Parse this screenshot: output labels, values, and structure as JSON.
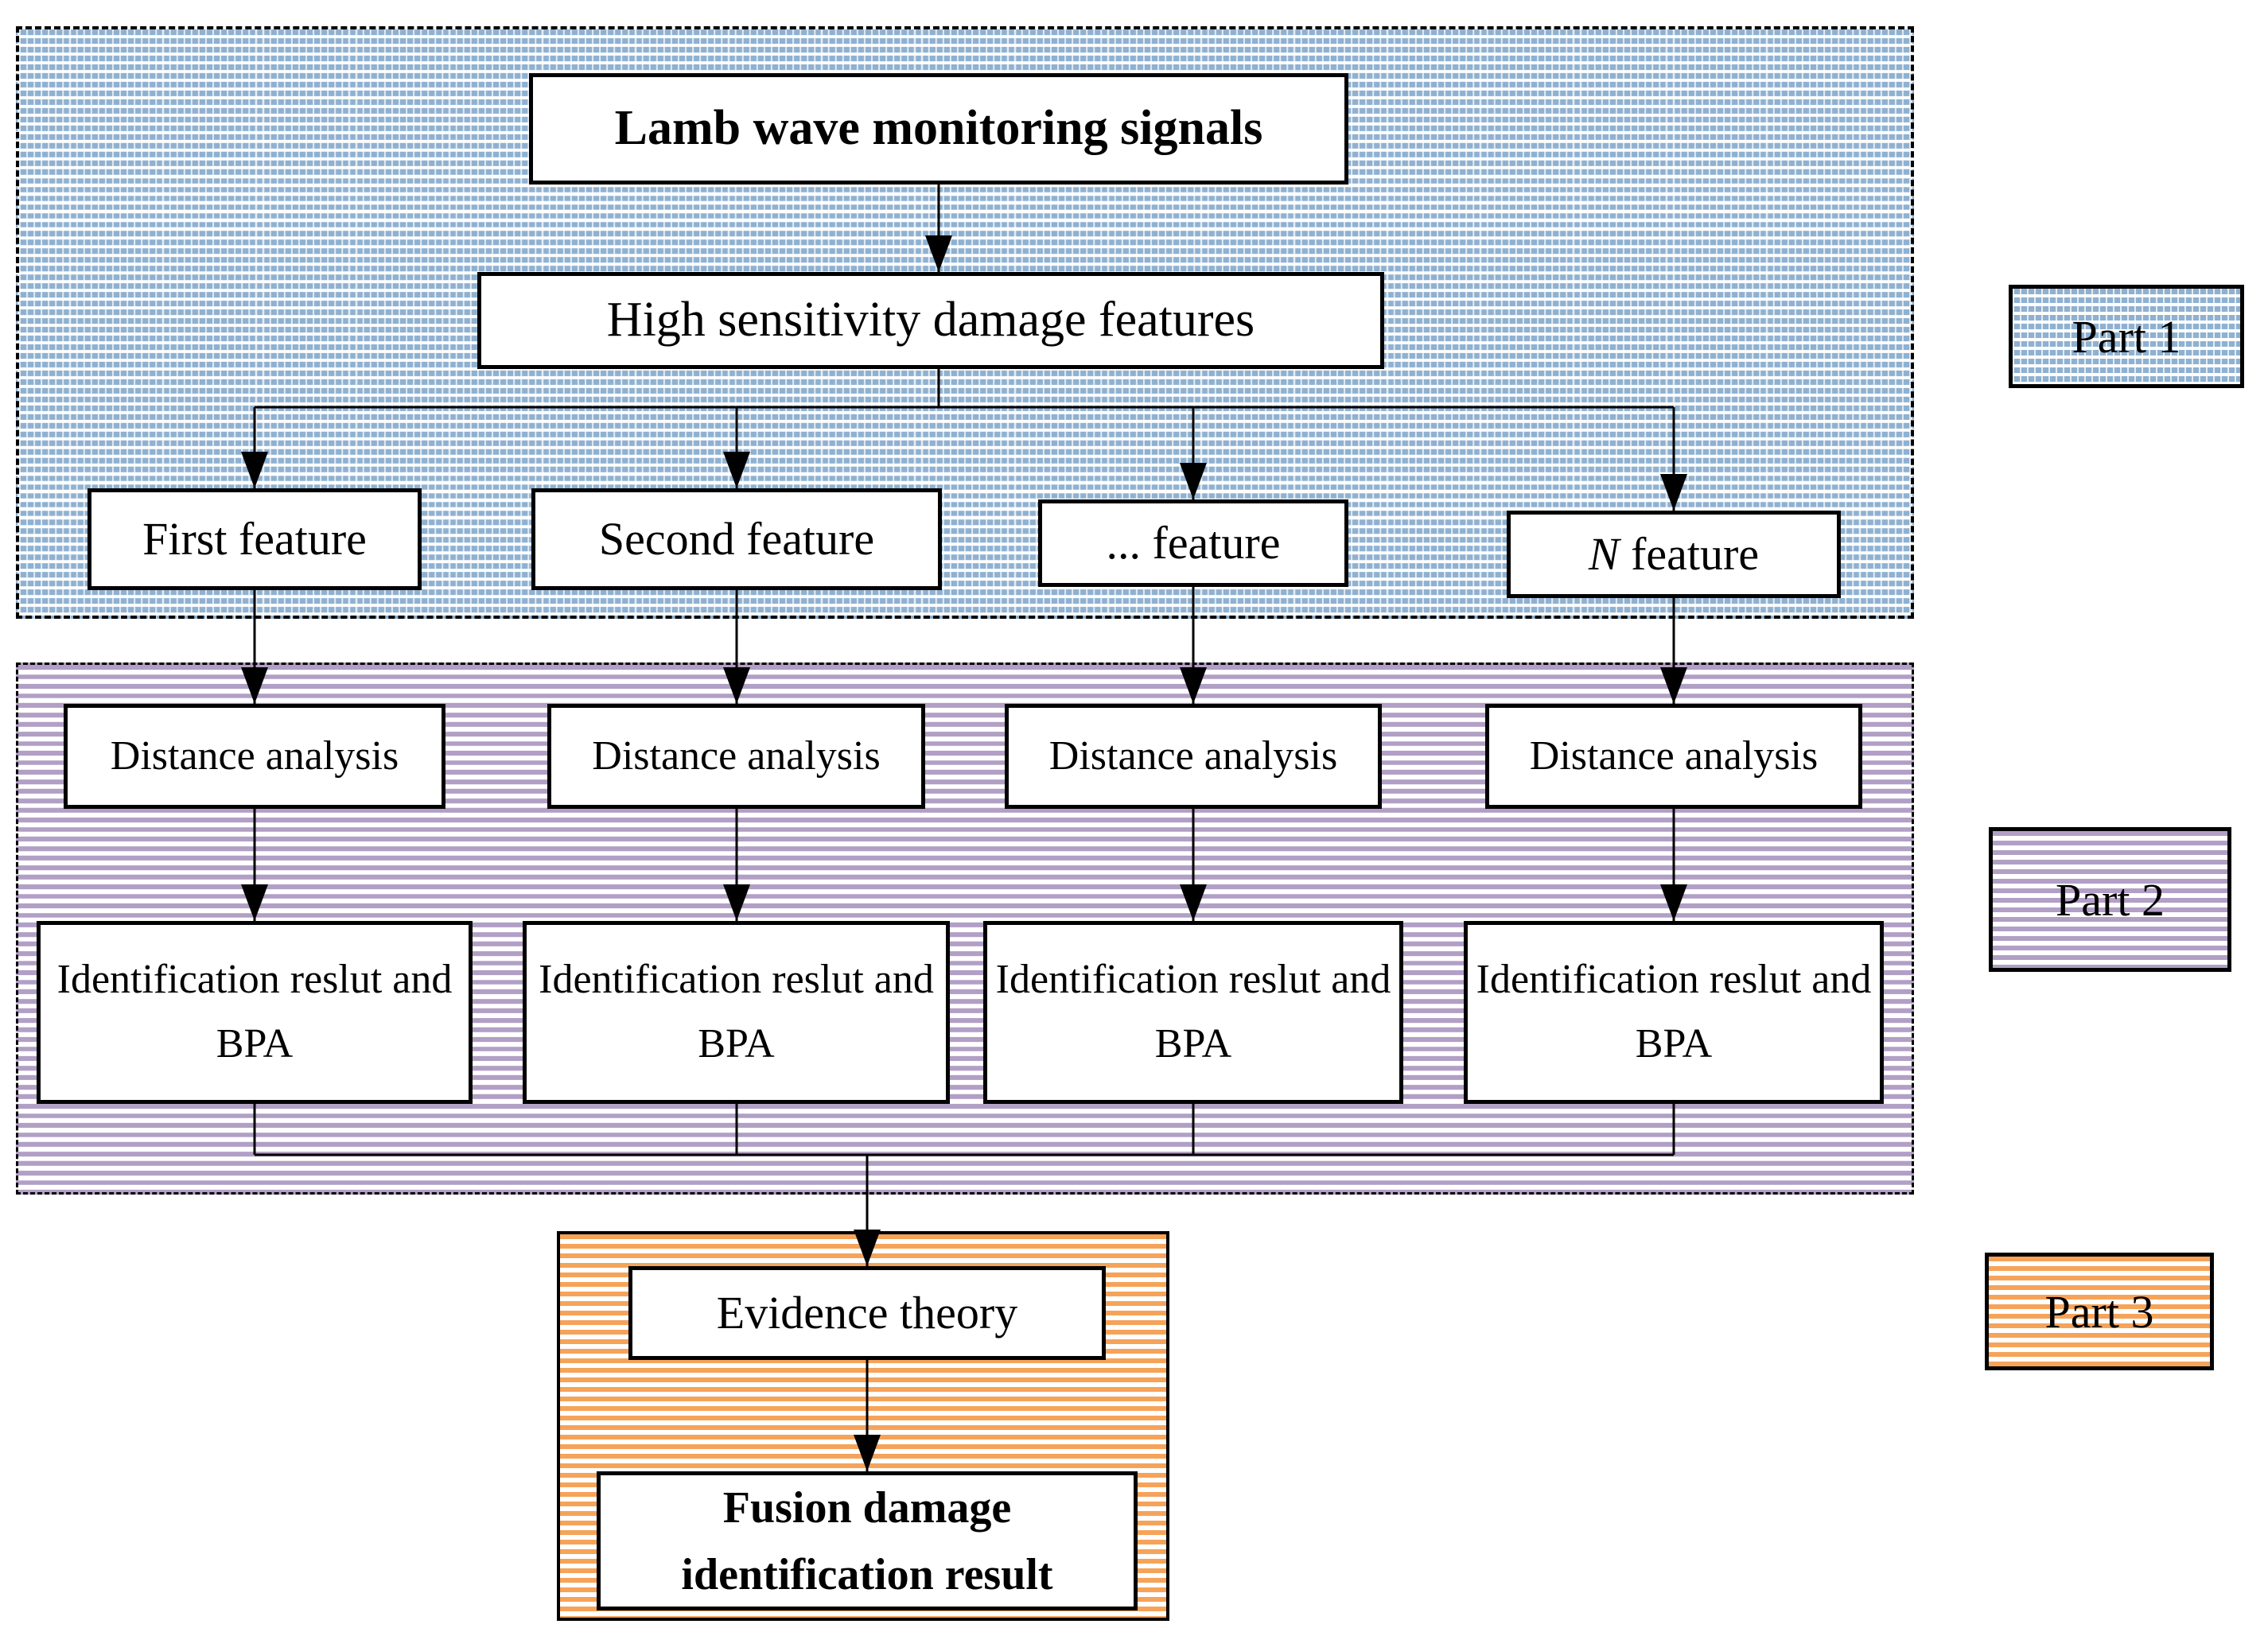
{
  "part1": {
    "signals_box": "Lamb wave monitoring signals",
    "features_box": "High sensitivity damage features",
    "features": [
      {
        "label": "First feature"
      },
      {
        "label": "Second feature"
      },
      {
        "label": "... feature"
      },
      {
        "prefix": "N",
        "rest": " feature"
      }
    ]
  },
  "part2": {
    "distance": [
      "Distance analysis",
      "Distance analysis",
      "Distance analysis",
      "Distance analysis"
    ],
    "identification": [
      "Identification reslut and BPA",
      "Identification reslut and BPA",
      "Identification reslut and BPA",
      "Identification reslut and BPA"
    ]
  },
  "part3": {
    "evidence_box": "Evidence theory",
    "fusion_box": "Fusion damage identification result"
  },
  "legend": [
    {
      "label": "Part 1",
      "color": "#8fb1d1"
    },
    {
      "label": "Part 2",
      "color": "#b29fc5"
    },
    {
      "label": "Part 3",
      "color": "#f6a35a"
    }
  ]
}
